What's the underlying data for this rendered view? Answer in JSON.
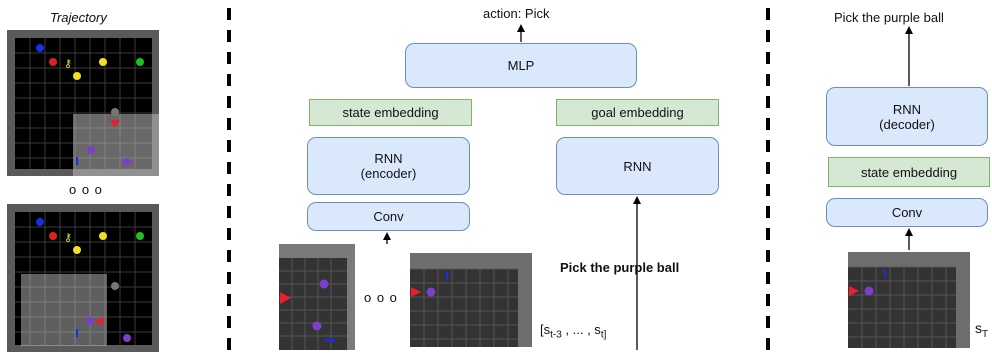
{
  "left": {
    "title": "Trajectory",
    "ellipsis": "o o o"
  },
  "middle": {
    "action_label": "action: Pick",
    "mlp": "MLP",
    "state_embedding": "state embedding",
    "goal_embedding": "goal embedding",
    "rnn_encoder_line1": "RNN",
    "rnn_encoder_line2": "(encoder)",
    "rnn_goal": "RNN",
    "conv": "Conv",
    "ellipsis": "o o o",
    "instruction": "Pick the purple ball",
    "seq_prefix": "[s",
    "seq_sub1": "t-3",
    "seq_mid": " , ... , s",
    "seq_sub2": "t]"
  },
  "right": {
    "output_text": "Pick the purple ball",
    "rnn_decoder_line1": "RNN",
    "rnn_decoder_line2": "(decoder)",
    "state_embedding": "state embedding",
    "conv": "Conv",
    "s_label": "s",
    "s_sub": "T"
  },
  "colors": {
    "block_fill": "#dae8fc",
    "block_border": "#6c8ebf",
    "embed_fill": "#d5e8d4",
    "embed_border": "#82b366",
    "grid_bg": "#000000",
    "grid_line": "#444444",
    "wall": "#5a5a5a",
    "agent": "#e8202a",
    "ball_purple": "#7b3fc9",
    "ball_blue": "#1a2de0",
    "ball_red": "#e02020",
    "ball_yellow": "#f0e020",
    "ball_green": "#20c020",
    "ball_grey": "#777777"
  },
  "icons": [
    "dashed-divider-icon",
    "arrow-up-icon",
    "agent-triangle-icon",
    "ball-icon",
    "key-icon"
  ]
}
